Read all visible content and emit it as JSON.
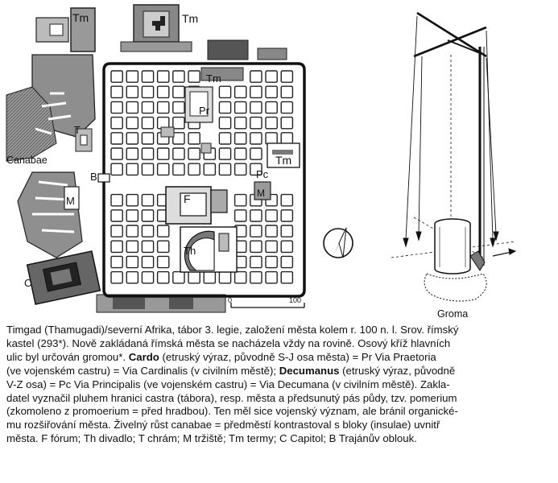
{
  "plan": {
    "labels": {
      "tm_top_left": "Tm",
      "tm_top_right": "Tm",
      "tm_inner_top": "Tm",
      "tm_right": "Tm",
      "pr": "Pr",
      "t": "T",
      "canabae": "Canabae",
      "b": "B",
      "pc": "Pc",
      "m_right": "M",
      "m_left": "M",
      "f": "F",
      "th": "Th",
      "c": "C"
    },
    "scale": {
      "zero": "0",
      "hundred": "100"
    }
  },
  "groma": {
    "label": "Groma"
  },
  "caption": {
    "l1": "Timgad (Thamugadi)/severní Afrika, tábor 3. legie, založení města kolem r. 100 n. l. Srov. římský",
    "l2": "kastel (293*). Nově zakládaná římská města se nacházela vždy na rovině. Osový kříž hlavních",
    "l3a": "ulic byl určován gromou*.",
    "l3b": "Cardo",
    "l3c": "(etruský výraz, původně S-J osa města) = Pr Via Praetoria",
    "l4a": "(ve vojenském castru) = Via Cardinalis (v civilním městě);",
    "l4b": "Decumanus",
    "l4c": "(etruský výraz, původně",
    "l5": "V-Z osa) = Pc Via Principalis (ve vojenském castru) = Via Decumana (v civilním městě). Zakla-",
    "l6": "datel vyznačil pluhem hranici castra (tábora), resp. města a předsunutý pás půdy, tzv. pomerium",
    "l7": "(zkomoleno z promoerium = před hradbou). Ten měl sice vojenský význam, ale bránil organické-",
    "l8": "mu rozšiřování města. Živelný růst canabae = předměstí kontrastoval s bloky (insulae) uvnitř",
    "l9": "města. F fórum; Th divadlo; T chrám; M tržiště; Tm termy; C Capitol; B Trajánův oblouk."
  }
}
